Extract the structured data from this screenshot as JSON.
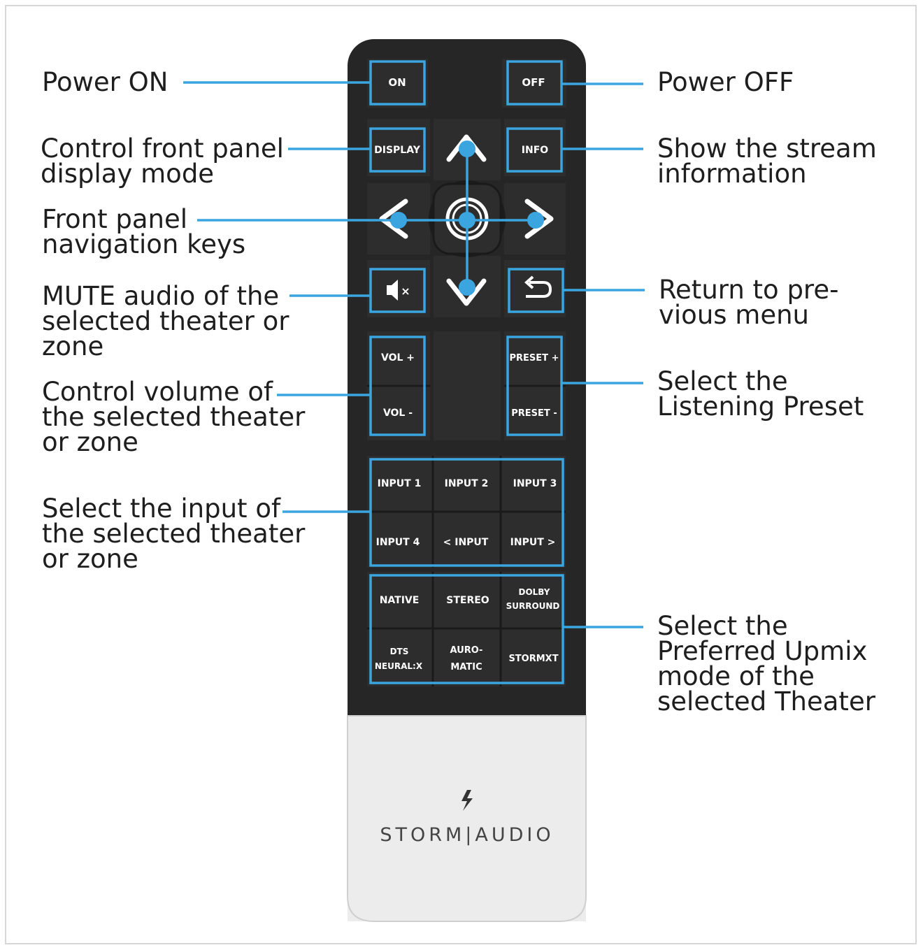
{
  "colors": {
    "accent": "#3aa5de",
    "remote_body": "#262626",
    "key": "#2d2d2d",
    "remote_base": "#ececec",
    "label_text": "#1e1e1e"
  },
  "labels": {
    "power_on": "Power ON",
    "power_off": "Power OFF",
    "display": "Control front panel\ndisplay mode",
    "info": "Show the stream\ninformation",
    "nav": "Front panel\nnavigation keys",
    "mute": "MUTE audio of the\nselected theater or\nzone",
    "return": "Return to pre-\nvious menu",
    "volume": "Control volume of\nthe selected theater\nor zone",
    "preset": "Select the\nListening Preset",
    "input": "Select the input of\nthe selected theater\nor zone",
    "upmix": "Select the\nPreferred Upmix\nmode of the\nselected Theater"
  },
  "buttons": {
    "on": "ON",
    "off": "OFF",
    "display": "DISPLAY",
    "info": "INFO",
    "vol_up": "VOL +",
    "vol_down": "VOL -",
    "preset_up": "PRESET +",
    "preset_down": "PRESET -",
    "input1": "INPUT 1",
    "input2": "INPUT 2",
    "input3": "INPUT 3",
    "input4": "INPUT 4",
    "input_prev": "< INPUT",
    "input_next": "INPUT >",
    "native": "NATIVE",
    "stereo": "STEREO",
    "dolby_l1": "DOLBY",
    "dolby_l2": "SURROUND",
    "dts_l1": "DTS",
    "dts_l2": "NEURAL:X",
    "auro_l1": "AURO-",
    "auro_l2": "MATIC",
    "stormxt": "STORMXT"
  },
  "brand": {
    "name": "STORM|AUDIO",
    "logo_icon": "lightning-bolt-icon"
  },
  "icons": [
    "chevron-up-icon",
    "chevron-down-icon",
    "chevron-left-icon",
    "chevron-right-icon",
    "ok-ring-icon",
    "mute-icon",
    "return-icon"
  ]
}
